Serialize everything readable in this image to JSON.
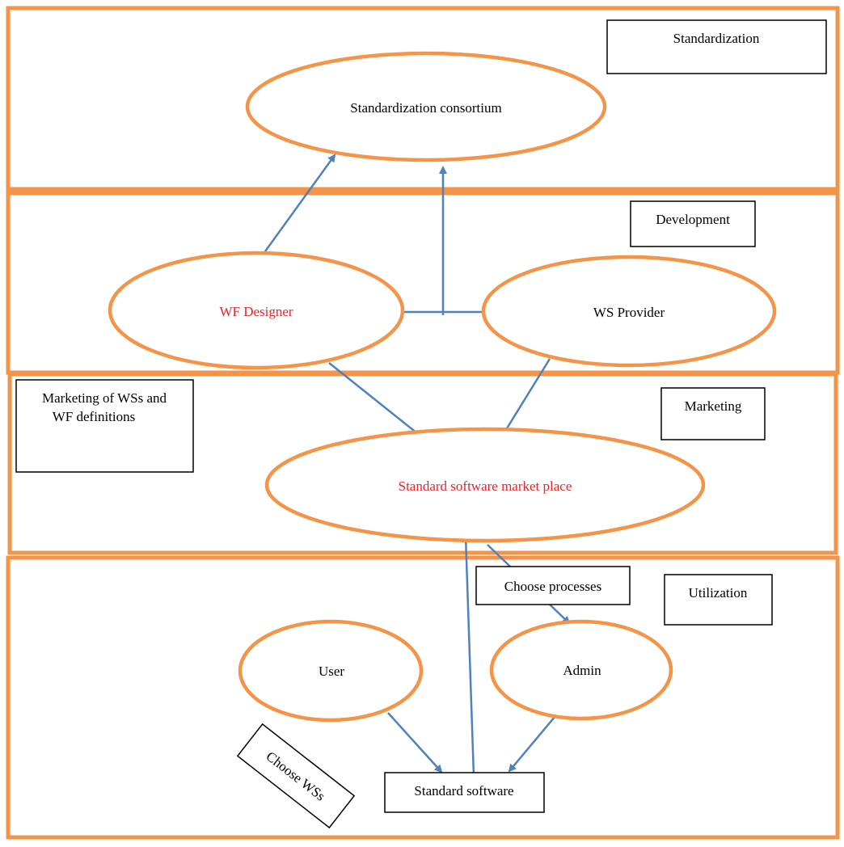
{
  "colors": {
    "lane_border": "#f39448",
    "ellipse_border": "#f39448",
    "arrow": "#4f81bd",
    "box_border": "#000000",
    "text": "#000000",
    "highlight_text": "#e8242b"
  },
  "lanes": {
    "standardization": {
      "title": "Standardization"
    },
    "development": {
      "title": "Development"
    },
    "marketing": {
      "title": "Marketing",
      "note": [
        "Marketing of WSs and",
        "WF definitions"
      ]
    },
    "utilization": {
      "title": "Utilization"
    }
  },
  "nodes": {
    "consortium": "Standardization consortium",
    "wf_designer": "WF Designer",
    "ws_provider": "WS Provider",
    "market_place": "Standard software market place",
    "user": "User",
    "admin": "Admin",
    "standard_software": "Standard software"
  },
  "edge_labels": {
    "choose_processes": "Choose processes",
    "choose_wss": "Choose WSs"
  }
}
